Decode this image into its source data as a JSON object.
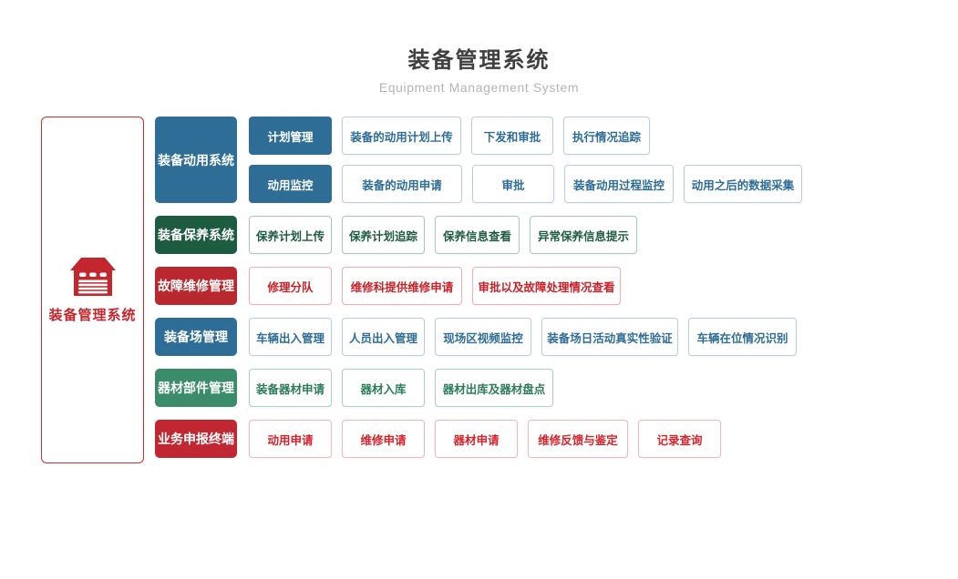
{
  "header": {
    "title": "装备管理系统",
    "subtitle": "Equipment Management System"
  },
  "root": {
    "label": "装备管理系统",
    "icon": "garage-icon"
  },
  "accent_colors": {
    "blue": "#2e6d96",
    "dark_green": "#1e5c41",
    "red": "#b8282e",
    "green": "#3b8c6a",
    "dark_red": "#c02730",
    "icon_red": "#c1272d",
    "title_gray": "#3f3f3f",
    "subtitle_gray": "#b5b5b5"
  },
  "sections": [
    {
      "category": "装备动用系统",
      "rows": [
        {
          "sublabel": "计划管理",
          "items": [
            "装备的动用计划上传",
            "下发和审批",
            "执行情况追踪"
          ]
        },
        {
          "sublabel": "动用监控",
          "items": [
            "装备的动用申请",
            "审批",
            "装备动用过程监控",
            "动用之后的数据采集"
          ]
        }
      ]
    },
    {
      "category": "装备保养系统",
      "rows": [
        {
          "items": [
            "保养计划上传",
            "保养计划追踪",
            "保养信息查看",
            "异常保养信息提示"
          ]
        }
      ]
    },
    {
      "category": "故障维修管理",
      "rows": [
        {
          "items": [
            "修理分队",
            "维修科提供维修申请",
            "审批以及故障处理情况查看"
          ]
        }
      ]
    },
    {
      "category": "装备场管理",
      "rows": [
        {
          "items": [
            "车辆出入管理",
            "人员出入管理",
            "现场区视频监控",
            "装备场日活动真实性验证",
            "车辆在位情况识别"
          ]
        }
      ]
    },
    {
      "category": "器材部件管理",
      "rows": [
        {
          "items": [
            "装备器材申请",
            "器材入库",
            "器材出库及器材盘点"
          ]
        }
      ]
    },
    {
      "category": "业务申报终端",
      "rows": [
        {
          "items": [
            "动用申请",
            "维修申请",
            "器材申请",
            "维修反馈与鉴定",
            "记录查询"
          ]
        }
      ]
    }
  ]
}
